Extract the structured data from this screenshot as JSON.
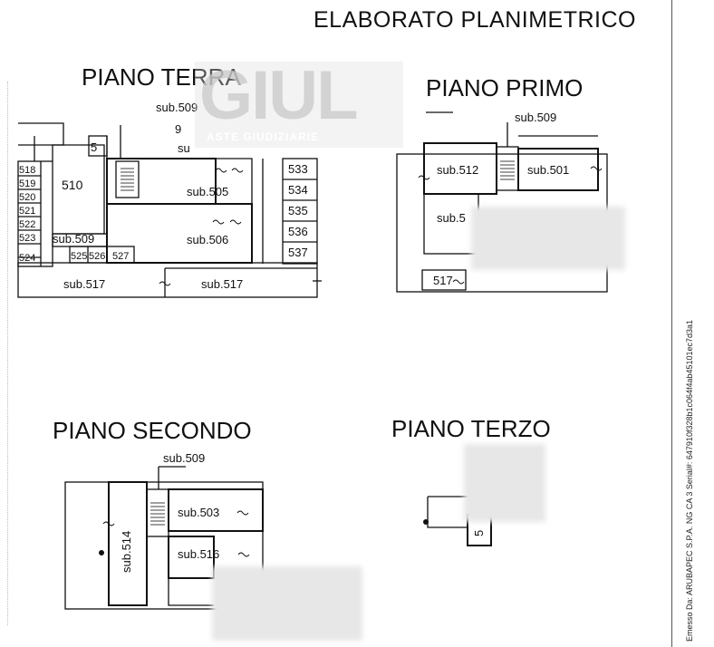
{
  "title": "ELABORATO PLANIMETRICO",
  "floors": {
    "terra": "PIANO TERRA",
    "primo": "PIANO PRIMO",
    "secondo": "PIANO SECONDO",
    "terzo": "PIANO TERZO"
  },
  "watermark": {
    "logo": "GIUL",
    "text": "ASTE GIUDIZIARIE"
  },
  "side_text": "Emesso Da: ARUBAPEC S.P.A. NG CA 3 Serial#: 647910f328b1c064f4ab45101ec7d3a1",
  "labels": {
    "t_sub509_top": "sub.509",
    "t_9": "9",
    "t_sub_partial": "su",
    "t_5": "5",
    "t_510": "510",
    "t_sub505": "sub.505",
    "t_sub506": "sub.506",
    "t_sub509": "sub.509",
    "t_518": "518",
    "t_519": "519",
    "t_520": "520",
    "t_521": "521",
    "t_522": "522",
    "t_523": "523",
    "t_524": "524",
    "t_525": "525",
    "t_526": "526",
    "t_527": "527",
    "t_533": "533",
    "t_534": "534",
    "t_535": "535",
    "t_536": "536",
    "t_537": "537",
    "t_sub517a": "sub.517",
    "t_sub517b": "sub.517",
    "p_sub509": "sub.509",
    "p_sub512": "sub.512",
    "p_sub501": "sub.501",
    "p_sub5": "sub.5",
    "p_517": "517",
    "s_sub509": "sub.509",
    "s_sub503": "sub.503",
    "s_sub516": "sub.516",
    "s_sub514": "sub.514",
    "z_5": "5"
  }
}
